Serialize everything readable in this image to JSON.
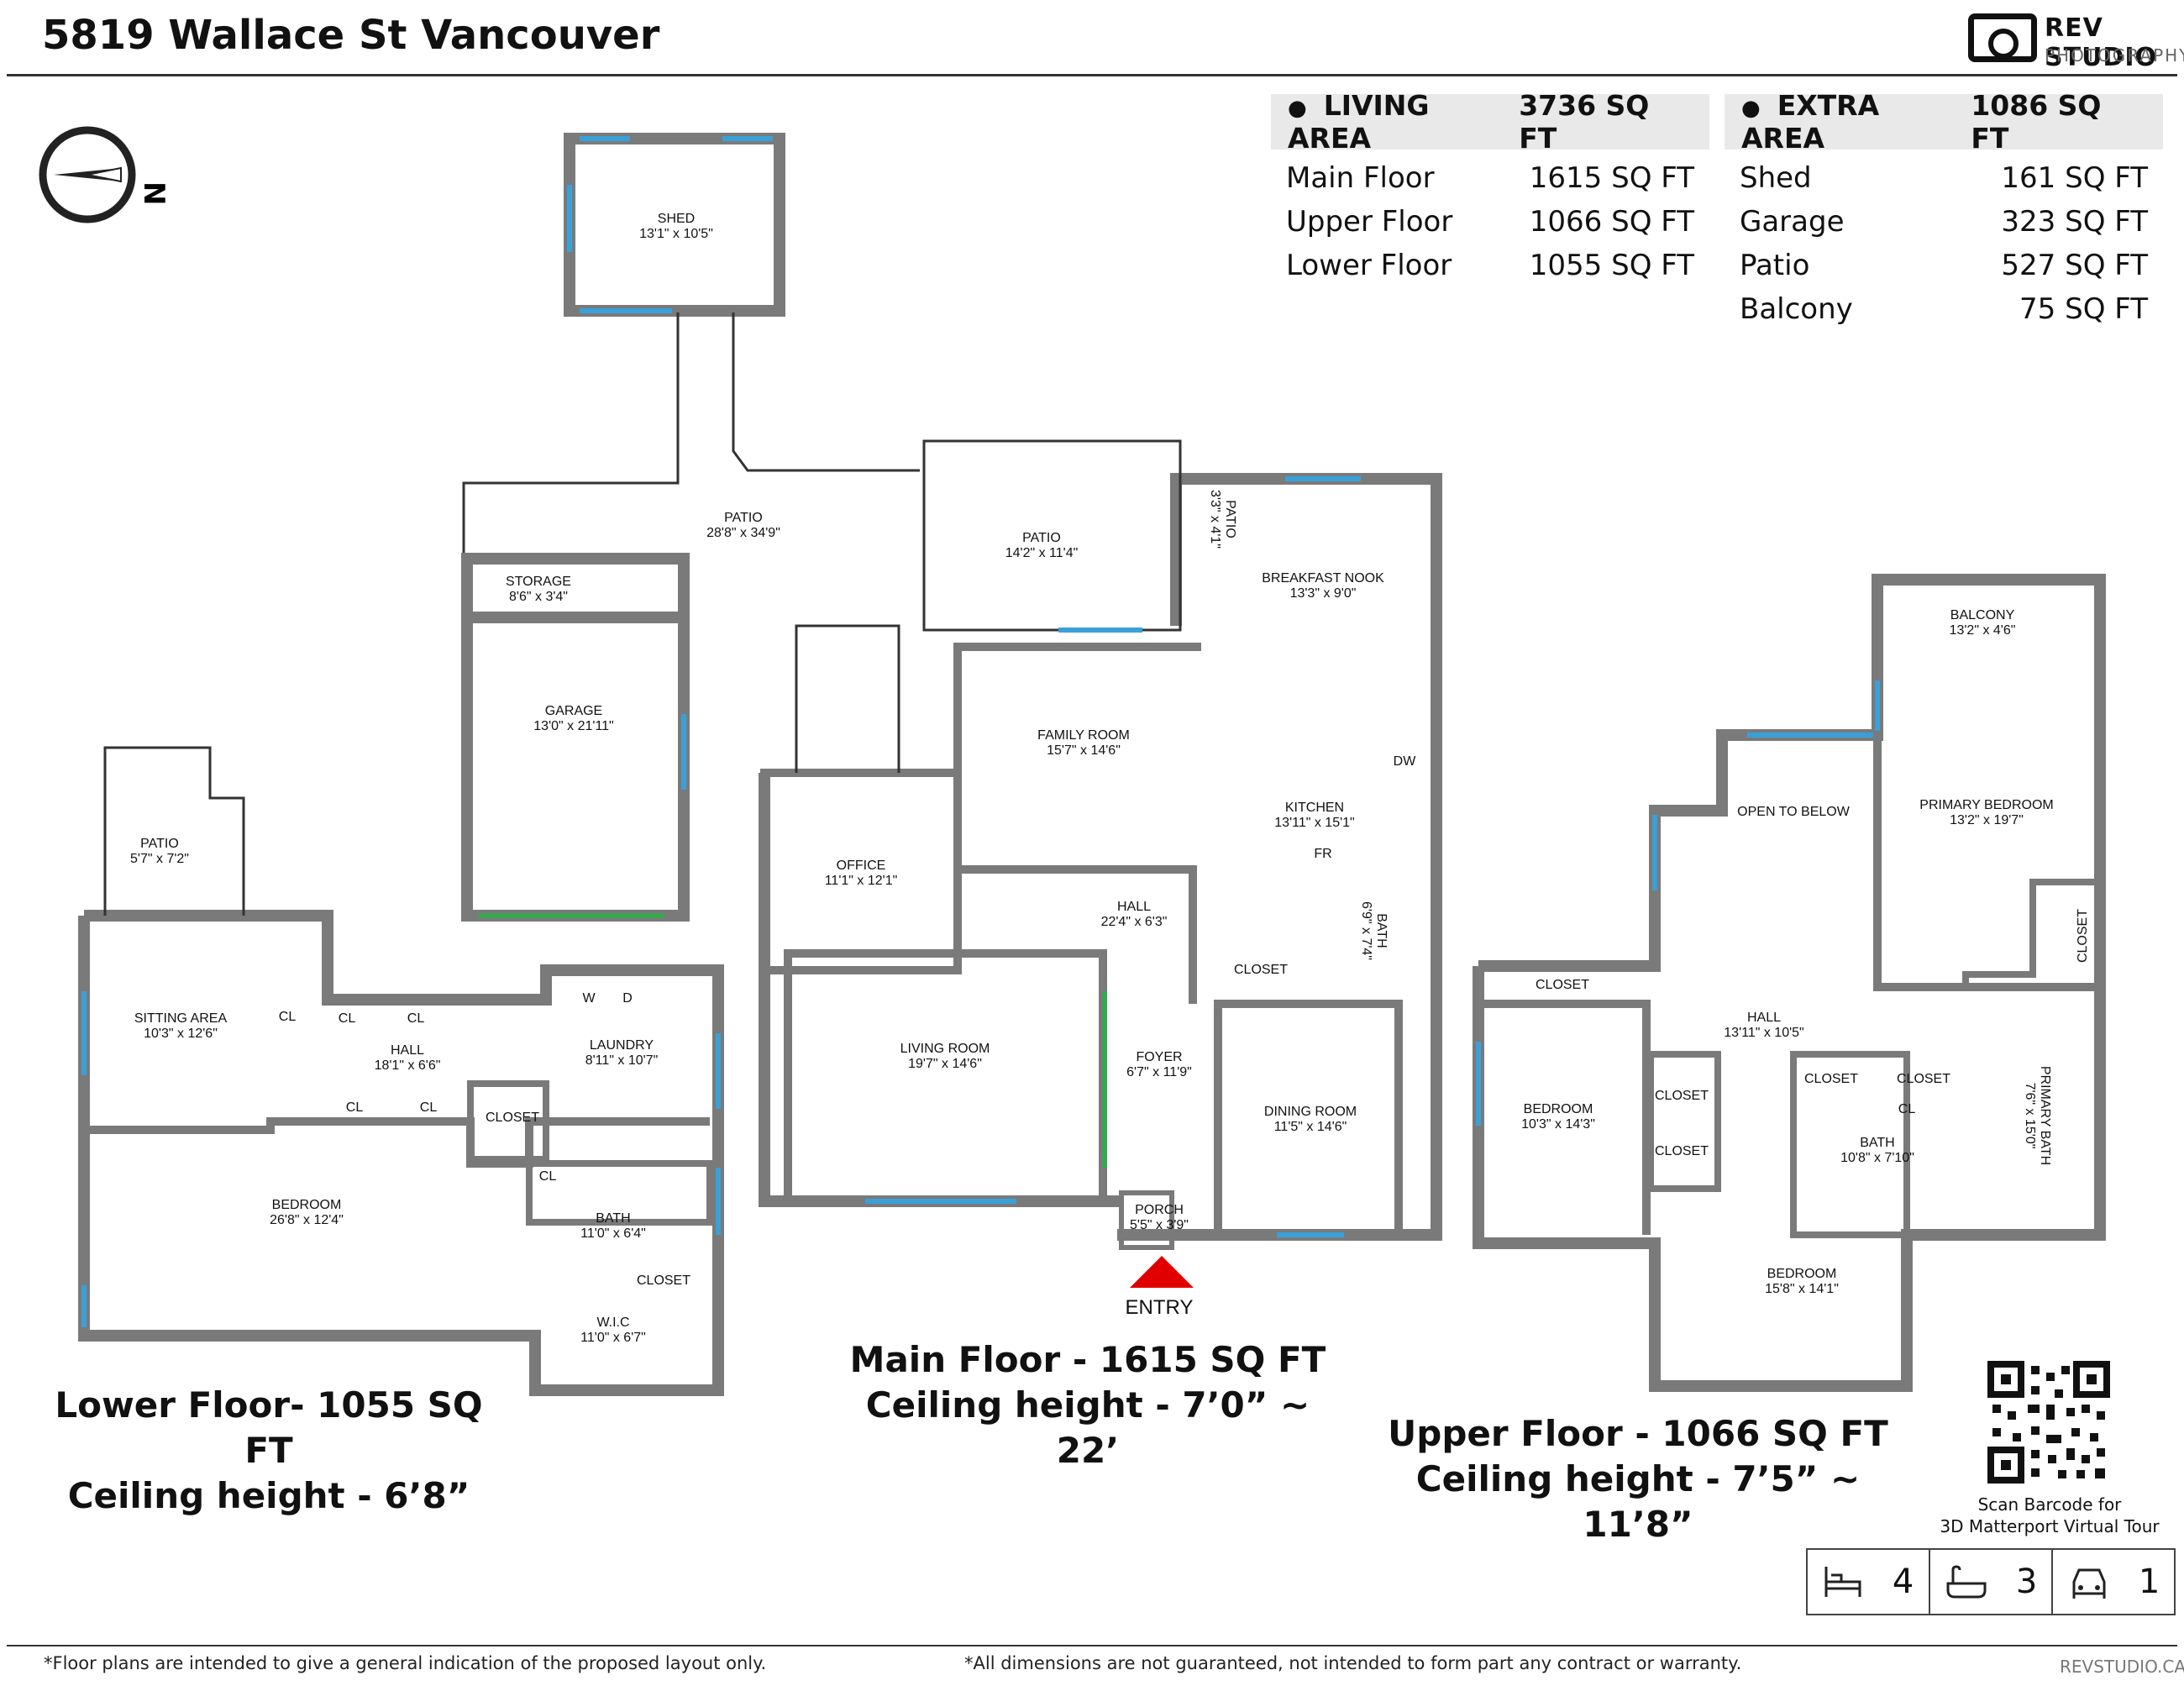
{
  "header": {
    "title": "5819 Wallace St Vancouver",
    "logo_main": "REV STUDIO",
    "logo_sub": "PHOTOGRAPHY"
  },
  "compass": {
    "label": "N"
  },
  "living_area": {
    "label": "LIVING AREA",
    "total": "3736 SQ FT",
    "rows": [
      {
        "name": "Main Floor",
        "value": "1615 SQ FT"
      },
      {
        "name": "Upper Floor",
        "value": "1066 SQ FT"
      },
      {
        "name": "Lower Floor",
        "value": "1055 SQ FT"
      }
    ]
  },
  "extra_area": {
    "label": "EXTRA AREA",
    "total": "1086 SQ FT",
    "rows": [
      {
        "name": "Shed",
        "value": "161 SQ FT"
      },
      {
        "name": "Garage",
        "value": "323 SQ FT"
      },
      {
        "name": "Patio",
        "value": "527 SQ FT"
      },
      {
        "name": "Balcony",
        "value": "75 SQ FT"
      }
    ]
  },
  "floors": {
    "lower": {
      "line1": "Lower Floor- 1055 SQ FT",
      "line2": "Ceiling height - 6’8”"
    },
    "main": {
      "line1": "Main Floor - 1615 SQ FT",
      "line2": "Ceiling height - 7’0” ~ 22’"
    },
    "upper": {
      "line1": "Upper Floor - 1066 SQ FT",
      "line2": "Ceiling height - 7’5” ~ 11’8”"
    }
  },
  "rooms": [
    {
      "name": "SHED",
      "dims": "13'1\" x 10'5\""
    },
    {
      "name": "PATIO",
      "dims": "28'8\" x 34'9\""
    },
    {
      "name": "STORAGE",
      "dims": "8'6\" x 3'4\""
    },
    {
      "name": "GARAGE",
      "dims": "13'0\" x 21'11\""
    },
    {
      "name": "PATIO",
      "dims": "14'2\" x 11'4\""
    },
    {
      "name": "PATIO",
      "dims": "3'3\" x 4'1\""
    },
    {
      "name": "BREAKFAST NOOK",
      "dims": "13'3\" x 9'0\""
    },
    {
      "name": "FAMILY ROOM",
      "dims": "15'7\" x 14'6\""
    },
    {
      "name": "KITCHEN",
      "dims": "13'11\" x 15'1\""
    },
    {
      "name": "OFFICE",
      "dims": "11'1\" x 12'1\""
    },
    {
      "name": "HALL",
      "dims": "22'4\" x 6'3\""
    },
    {
      "name": "BATH",
      "dims": "6'9\" x 7'4\""
    },
    {
      "name": "LIVING ROOM",
      "dims": "19'7\" x 14'6\""
    },
    {
      "name": "FOYER",
      "dims": "6'7\" x 11'9\""
    },
    {
      "name": "DINING ROOM",
      "dims": "11'5\" x 14'6\""
    },
    {
      "name": "PORCH",
      "dims": "5'5\" x 3'9\""
    },
    {
      "name": "PATIO",
      "dims": "5'7\" x 7'2\""
    },
    {
      "name": "SITTING AREA",
      "dims": "10'3\" x 12'6\""
    },
    {
      "name": "HALL",
      "dims": "18'1\" x 6'6\""
    },
    {
      "name": "LAUNDRY",
      "dims": "8'11\" x 10'7\""
    },
    {
      "name": "BEDROOM",
      "dims": "26'8\" x 12'4\""
    },
    {
      "name": "BATH",
      "dims": "11'0\" x 6'4\""
    },
    {
      "name": "W.I.C",
      "dims": "11'0\" x 6'7\""
    },
    {
      "name": "BALCONY",
      "dims": "13'2\" x 4'6\""
    },
    {
      "name": "OPEN TO BELOW",
      "dims": ""
    },
    {
      "name": "PRIMARY BEDROOM",
      "dims": "13'2\" x 19'7\""
    },
    {
      "name": "HALL",
      "dims": "13'11\" x 10'5\""
    },
    {
      "name": "BEDROOM",
      "dims": "10'3\" x 14'3\""
    },
    {
      "name": "BATH",
      "dims": "10'8\" x 7'10\""
    },
    {
      "name": "PRIMARY BATH",
      "dims": "7'6\" x 15'0\""
    },
    {
      "name": "BEDROOM",
      "dims": "15'8\" x 14'1\""
    }
  ],
  "fixtures": {
    "closet": "CLOSET",
    "cl": "CL",
    "washer": "W",
    "dryer": "D",
    "dishwasher": "DW",
    "fridge": "FR"
  },
  "entry_label": "ENTRY",
  "qr_caption": {
    "line1": "Scan Barcode for",
    "line2": "3D Matterport Virtual Tour"
  },
  "stats": {
    "beds": "4",
    "baths": "3",
    "garage": "1"
  },
  "footer": {
    "left": "*Floor plans are intended to give a general indication of the proposed layout only.",
    "center": "*All dimensions are not guaranteed, not intended to form part any contract or warranty.",
    "right": "REVSTUDIO.CA"
  },
  "colors": {
    "wall": "#7a7a7a",
    "window": "#3aa0d8",
    "door": "#2bb04a",
    "entry": "#e00000"
  }
}
